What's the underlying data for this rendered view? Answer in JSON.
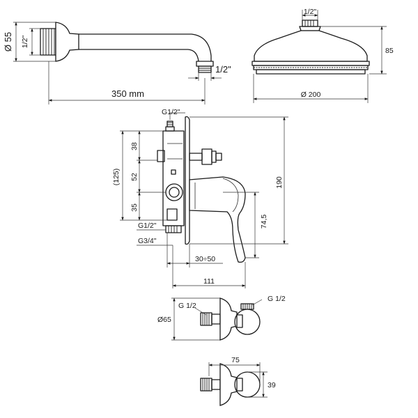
{
  "shower_arm": {
    "flange_diameter": "Ø 55",
    "inlet_thread": "1/2\"",
    "outlet_thread": "1/2\"",
    "length": "350 mm"
  },
  "shower_head": {
    "thread": "1/2\"",
    "height": "85",
    "diameter": "Ø 200"
  },
  "mixer": {
    "top_thread": "G1/2\"",
    "overall_height": "(125)",
    "seg_top": "38",
    "seg_mid": "52",
    "seg_bottom": "35",
    "plate_height": "190",
    "handle_height": "74,5",
    "bottom_thread": "G1/2\"",
    "body_thread": "G3/4\"",
    "depth_range": "30÷50",
    "total_depth": "111"
  },
  "stop_valve_side": {
    "inlet_thread": "G 1/2",
    "outlet_thread": "G 1/2",
    "flange_diameter": "Ø65"
  },
  "stop_valve_top": {
    "width": "75",
    "height": "39"
  }
}
